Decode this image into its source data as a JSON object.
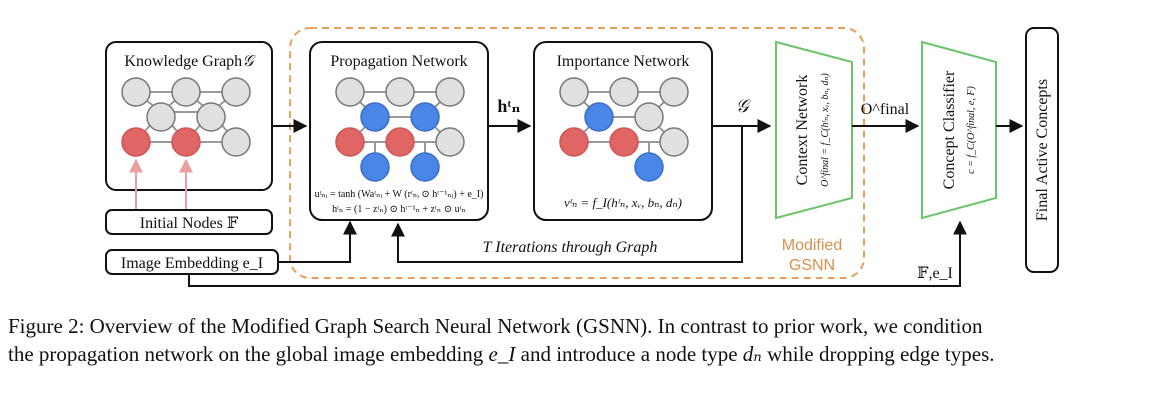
{
  "diagram": {
    "knowledge_graph_title": "Knowledge Graph",
    "knowledge_graph_symbol": "𝒢",
    "propagation_title": "Propagation Network",
    "importance_title": "Importance Network",
    "propagation_eq1": "uᵗₙᵢ = tanh (Waᵗₙᵢ + W (rᵗₙᵢ ⊙ hᵗ⁻¹ₙᵢ) + e_I)",
    "propagation_eq2": "hᵗₙ = (1 − zᵗₙ) ⊙ hᵗ⁻¹ₙ + zᵗₙ ⊙ uᵗₙ",
    "importance_eq": "vᵗₙ = f_I(hᵗₙ, xᵥ, bₙ, dₙ)",
    "hidden_state_label": "hᵗₙ",
    "graph_label": "𝒢",
    "context_network_title": "Context Network",
    "context_network_eq": "O^final = f_C(hᵗₙ, xᵥ, bₙ, dₙ)",
    "o_final_label": "O^final",
    "concept_classifier_title": "Concept Classifier",
    "concept_classifier_eq": "c = f_C(O^final, e, F)",
    "final_active_concepts": "Final Active Concepts",
    "initial_nodes": "Initial Nodes 𝔽",
    "image_embedding": "Image Embedding e_I",
    "iterations_label": "T Iterations through Graph",
    "modified_gsnn_line1": "Modified",
    "modified_gsnn_line2": "GSNN",
    "f_e_label": "𝔽,e_I"
  },
  "caption": {
    "line1": "Figure 2: Overview of the Modified Graph Search Neural Network (GSNN). In contrast to prior work, we condition",
    "line2_a": "the propagation network on the global image embedding ",
    "line2_b": "e_I",
    "line2_c": " and introduce a node type ",
    "line2_d": "dₙ",
    "line2_e": " while dropping edge types."
  },
  "colors": {
    "node_gray": "#e0e0e0",
    "node_red": "#e06666",
    "node_blue": "#4a86e8",
    "dashed_orange": "#e6a15c",
    "green_box": "#6ac46a",
    "arrow_pink": "#e8a0a0",
    "accent_text": "#d9904a"
  }
}
